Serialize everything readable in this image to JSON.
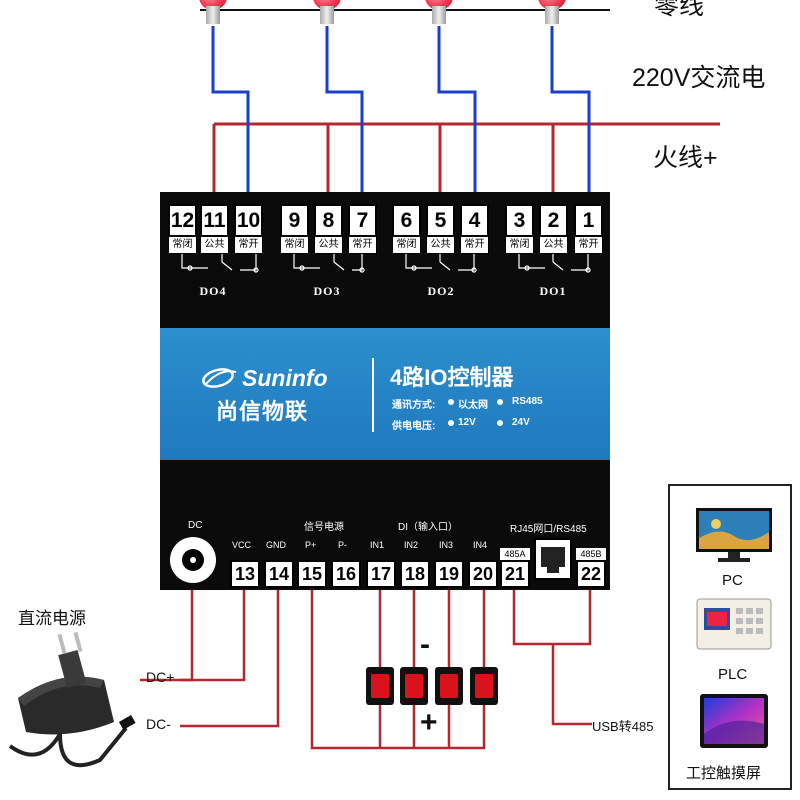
{
  "labels": {
    "neutral": "零线",
    "ac": "220V交流电",
    "live": "火线+",
    "dc_power": "直流电源",
    "dc_plus": "DC+",
    "dc_minus": "DC-",
    "minus_sign": "-",
    "plus_sign": "+",
    "usb485": "USB转485"
  },
  "device": {
    "brand_en": "Suninfo",
    "brand_cn": "尚信物联",
    "product": "4路IO控制器",
    "comm_label": "通讯方式:",
    "comm_opt1": "以太网",
    "comm_opt2": "RS485",
    "power_label": "供电电压:",
    "power_opt1": "12V",
    "power_opt2": "24V",
    "top_terminals": [
      "12",
      "11",
      "10",
      "9",
      "8",
      "7",
      "6",
      "5",
      "4",
      "3",
      "2",
      "1"
    ],
    "relay_labels": [
      "常闭",
      "公共",
      "常开",
      "常闭",
      "公共",
      "常开",
      "常闭",
      "公共",
      "常开",
      "常闭",
      "公共",
      "常开"
    ],
    "do_groups": [
      "DO4",
      "DO3",
      "DO2",
      "DO1"
    ],
    "dc_label": "DC",
    "signal_power": "信号电源",
    "di_label": "DI（输入口）",
    "rj45_label": "RJ45网口/RS485",
    "bottom_labels": [
      "VCC",
      "GND",
      "P+",
      "P-",
      "IN1",
      "IN2",
      "IN3",
      "IN4",
      "485A",
      "485B"
    ],
    "bottom_terminals": [
      "13",
      "14",
      "15",
      "16",
      "17",
      "18",
      "19",
      "20",
      "21",
      "22"
    ]
  },
  "devices": {
    "pc": "PC",
    "plc": "PLC",
    "touchscreen": "工控触摸屏"
  },
  "colors": {
    "live_wire": "#b5272d",
    "signal_wire": "#1a3fd0",
    "device_body": "#0b0b0b",
    "device_band": "#2483c6",
    "bulb": "#e8344c"
  }
}
